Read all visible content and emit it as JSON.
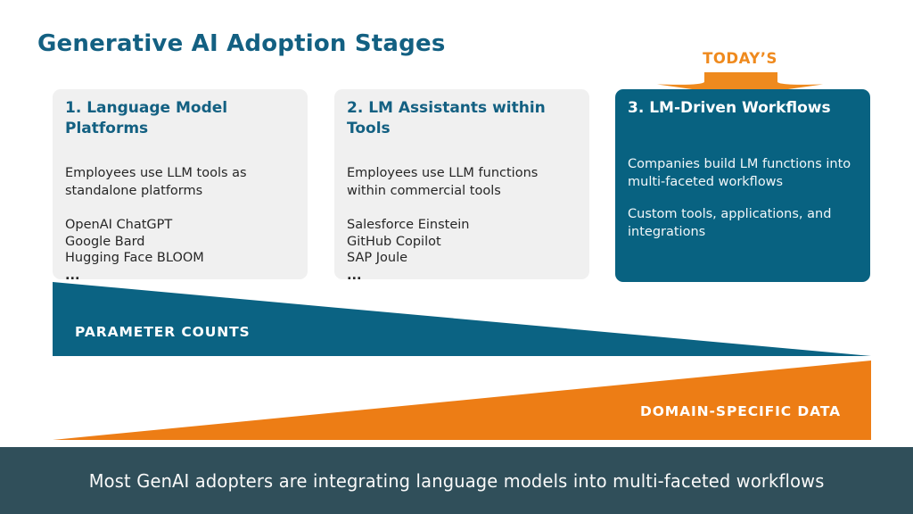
{
  "title": "Generative AI Adoption Stages",
  "today": {
    "label": "TODAY’S"
  },
  "cards": [
    {
      "heading": "1. Language Model Platforms",
      "description": "Employees use LLM tools as standalone platforms",
      "examples": [
        "OpenAI ChatGPT",
        "Google Bard",
        "Hugging Face BLOOM"
      ],
      "more": "...",
      "variant": "light"
    },
    {
      "heading": "2. LM Assistants within Tools",
      "description": "Employees use LLM functions within commercial tools",
      "examples": [
        "Salesforce Einstein",
        "GitHub Copilot",
        "SAP Joule"
      ],
      "more": "...",
      "variant": "light"
    },
    {
      "heading": "3. LM-Driven Workflows",
      "description": "Companies build LM functions into multi-faceted workflows",
      "secondary": "Custom tools, applications, and integrations",
      "variant": "dark"
    }
  ],
  "wedges": {
    "parameter_counts": {
      "label": "PARAMETER COUNTS",
      "direction": "decreasing-left-to-right",
      "color": "#0B6383"
    },
    "domain_specific_data": {
      "label": "DOMAIN-SPECIFIC DATA",
      "direction": "increasing-left-to-right",
      "color": "#ED7D15"
    }
  },
  "footer": {
    "text": "Most GenAI adopters are integrating language models into multi-faceted workflows"
  },
  "colors": {
    "heading_teal": "#136082",
    "card_dark_teal": "#086281",
    "wedge_teal": "#0B6383",
    "orange": "#ED7D15",
    "orange_bright": "#EF8A1E",
    "card_light_gray": "#F0F0F0",
    "footer_slate": "#304F5A",
    "body_text": "#262626"
  }
}
